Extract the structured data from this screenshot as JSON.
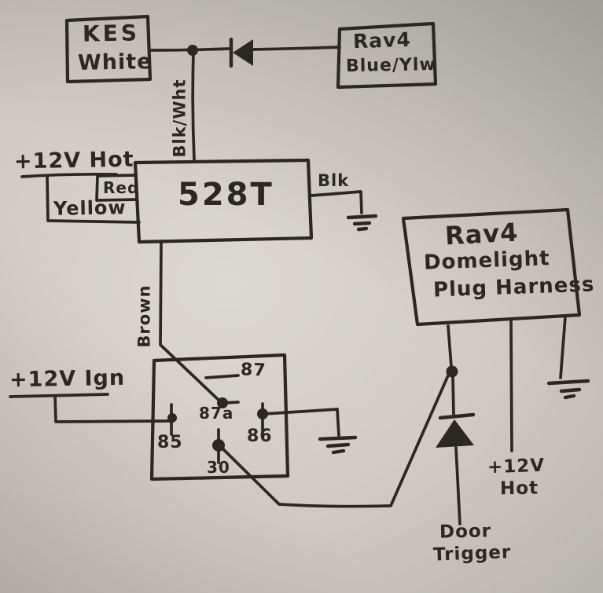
{
  "colors": {
    "ink": "#2b2723",
    "paper": "#ccc7c3"
  },
  "boxes": {
    "kes": {
      "line1": "KES",
      "line2": "White"
    },
    "rav4_wire": {
      "line1": "Rav4",
      "line2": "Blue/Ylw"
    },
    "module": {
      "label": "528T"
    },
    "domelight": {
      "line1": "Rav4",
      "line2": "Domelight",
      "line3": "Plug Harness"
    }
  },
  "wire_labels": {
    "blk_wht": "Blk/Wht",
    "red": "Red",
    "yellow": "Yellow",
    "blk": "Blk",
    "brown": "Brown"
  },
  "power": {
    "hot_left": "+12V Hot",
    "ign": "+12V Ign",
    "hot_right_1": "+12V",
    "hot_right_2": "Hot"
  },
  "relay_pins": {
    "p87": "87",
    "p87a": "87a",
    "p85": "85",
    "p86": "86",
    "p30": "30"
  },
  "door_trigger": {
    "line1": "Door",
    "line2": "Trigger"
  },
  "connections": [
    "KES White — diode — Rav4 Blue/Ylw",
    "Junction — Blk/Wht — 528T top",
    "+12V Hot — Red / Yellow — 528T left",
    "528T right — Blk — ground",
    "528T bottom — Brown — relay 87a",
    "+12V Ign — relay 85",
    "relay 86 — ground",
    "relay 30 — junction above diode — Rav4 Domelight Plug Harness",
    "Domelight harness — diode — Door Trigger",
    "Domelight harness — +12V Hot",
    "Domelight harness — ground"
  ]
}
